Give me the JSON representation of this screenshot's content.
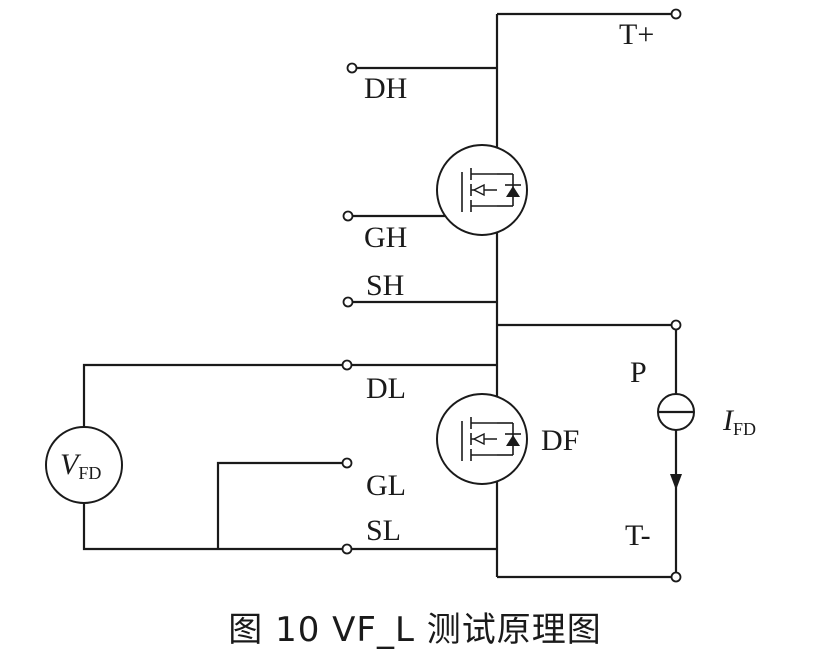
{
  "terminals": {
    "t_plus": "T+",
    "t_minus": "T-",
    "p": "P",
    "dh": "DH",
    "gh": "GH",
    "sh": "SH",
    "dl": "DL",
    "gl": "GL",
    "sl": "SL"
  },
  "components": {
    "diode_label": "DF",
    "voltmeter": {
      "symbol": "V",
      "subscript": "FD"
    },
    "current_source": {
      "symbol": "I",
      "subscript": "FD"
    }
  },
  "caption": {
    "text": "图 10   VF_L 测试原理图"
  }
}
